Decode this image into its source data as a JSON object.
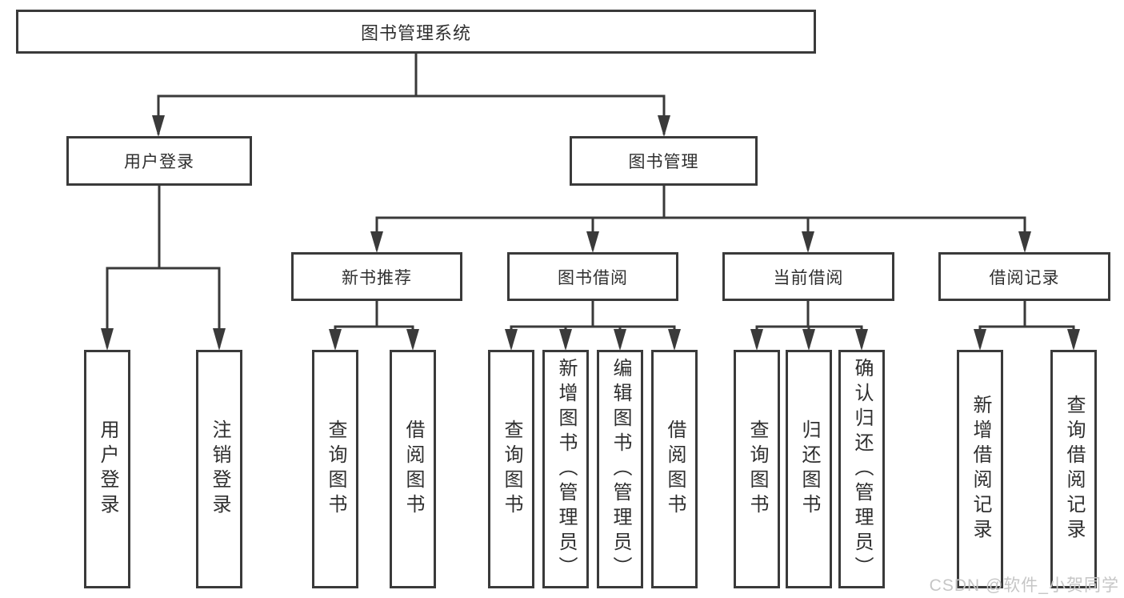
{
  "diagram_type": "hierarchy-tree",
  "tree": {
    "label": "图书管理系统",
    "children": [
      {
        "label": "用户登录",
        "children": [
          {
            "label": "用户登录"
          },
          {
            "label": "注销登录"
          }
        ]
      },
      {
        "label": "图书管理",
        "children": [
          {
            "label": "新书推荐",
            "children": [
              {
                "label": "查询图书"
              },
              {
                "label": "借阅图书"
              }
            ]
          },
          {
            "label": "图书借阅",
            "children": [
              {
                "label": "查询图书"
              },
              {
                "label": "新增图书（管理员）"
              },
              {
                "label": "编辑图书（管理员）"
              },
              {
                "label": "借阅图书"
              }
            ]
          },
          {
            "label": "当前借阅",
            "children": [
              {
                "label": "查询图书"
              },
              {
                "label": "归还图书"
              },
              {
                "label": "确认归还（管理员）"
              }
            ]
          },
          {
            "label": "借阅记录",
            "children": [
              {
                "label": "新增借阅记录"
              },
              {
                "label": "查询借阅记录"
              }
            ]
          }
        ]
      }
    ]
  },
  "watermark": {
    "text": "CSDN @软件_小贺同学"
  },
  "colors": {
    "line": "#3a3a3a",
    "text": "#2f2f2f",
    "watermark": "#c6c6c6",
    "background": "#ffffff"
  }
}
